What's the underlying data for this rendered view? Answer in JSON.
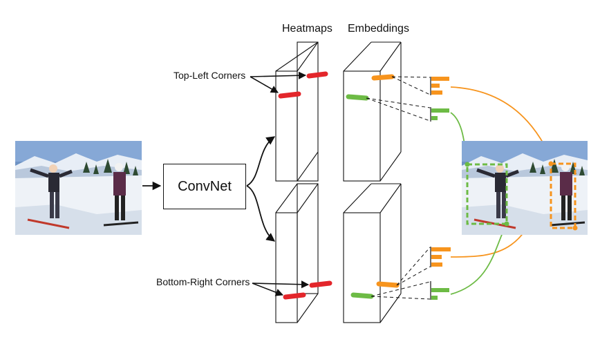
{
  "header": {
    "heatmaps_label": "Heatmaps",
    "embeddings_label": "Embeddings"
  },
  "labels": {
    "top_left": "Top-Left Corners",
    "bottom_right": "Bottom-Right Corners",
    "network": "ConvNet"
  },
  "colors": {
    "heatmap_corner": "#e3262b",
    "embedding_orange": "#f7941d",
    "embedding_green": "#6dbb45",
    "stroke": "#111111"
  },
  "images": {
    "input": "ski-scene-photo",
    "output": "ski-scene-photo-with-detected-boxes"
  }
}
